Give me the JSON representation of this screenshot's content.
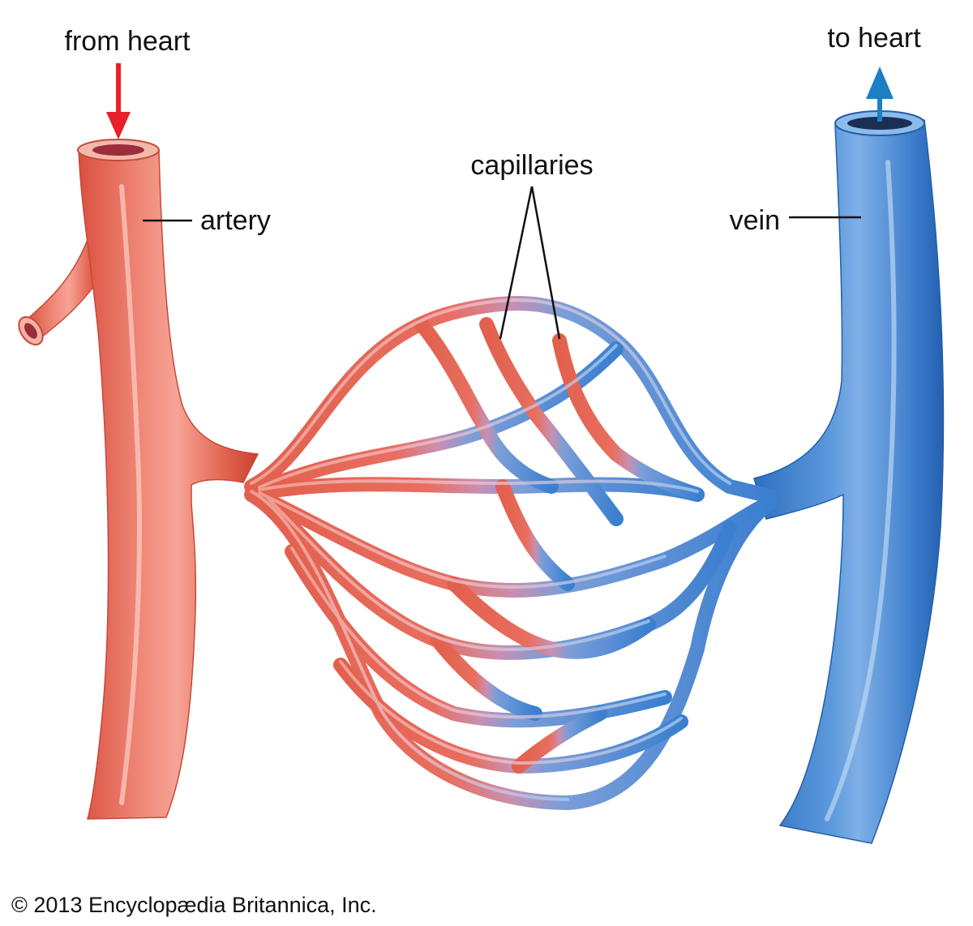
{
  "labels": {
    "from_heart": "from heart",
    "to_heart": "to heart",
    "capillaries": "capillaries",
    "artery": "artery",
    "vein": "vein"
  },
  "copyright": "© 2013 Encyclopædia Britannica, Inc.",
  "colors": {
    "artery": "#e2604e",
    "artery_highlight": "#f4a79b",
    "vein": "#3b7fd0",
    "vein_highlight": "#9cc4ee",
    "arrow_in": "#e8202a",
    "arrow_out": "#1b7fc4",
    "leader_line": "#111111"
  }
}
